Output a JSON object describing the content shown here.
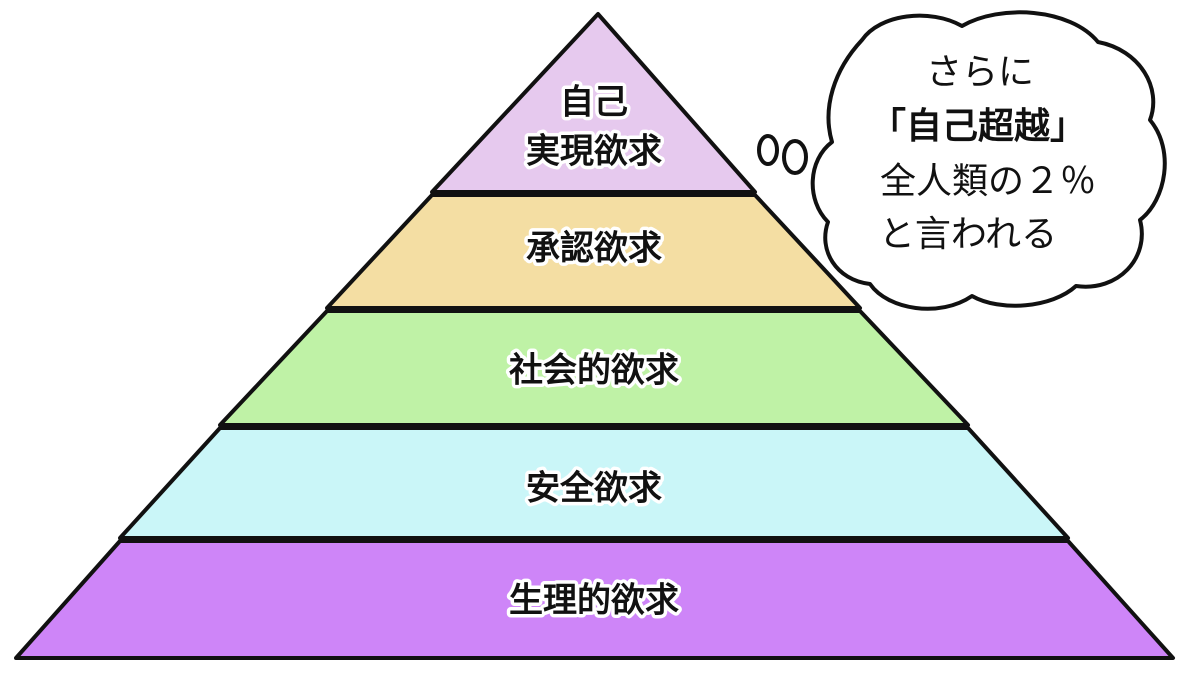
{
  "pyramid": {
    "tiers": [
      {
        "lines": [
          "自己",
          "実現欲求"
        ],
        "color": "#e6c9ee"
      },
      {
        "lines": [
          "承認欲求"
        ],
        "color": "#f4dea3"
      },
      {
        "lines": [
          "社会的欲求"
        ],
        "color": "#bff2a6"
      },
      {
        "lines": [
          "安全欲求"
        ],
        "color": "#caf6f8"
      },
      {
        "lines": [
          "生理的欲求"
        ],
        "color": "#ce85f8"
      }
    ]
  },
  "thought_bubble": {
    "line1": "さらに",
    "line2": "「自己超越」",
    "line3": "全人類の２％",
    "line4": "と言われる",
    "highlight_color": "#1f2be0",
    "text_color": "#111111"
  }
}
